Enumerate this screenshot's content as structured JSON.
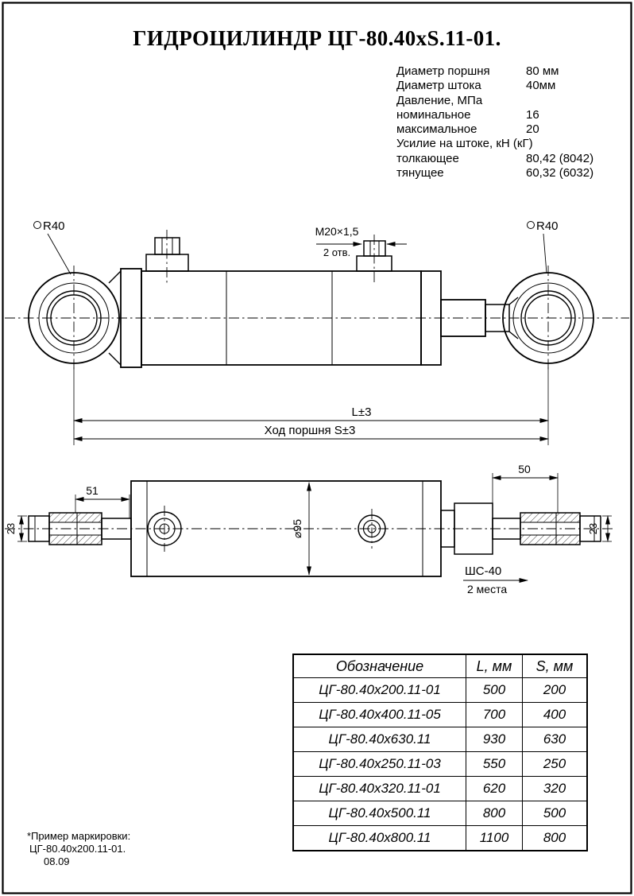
{
  "title": "ГИДРОЦИЛИНДР ЦГ-80.40xS.11-01.",
  "specs": [
    {
      "label": "Диаметр поршня",
      "value": "80 мм"
    },
    {
      "label": "Диаметр штока",
      "value": "40мм"
    },
    {
      "label": "Давление, МПа",
      "value": ""
    },
    {
      "label": "номинальное",
      "value": "16"
    },
    {
      "label": "максимальное",
      "value": "20"
    },
    {
      "label": "Усилие на штоке, кН (кГ)",
      "value": ""
    },
    {
      "label": "толкающее",
      "value": "80,42 (8042)"
    },
    {
      "label": "тянущее",
      "value": "60,32 (6032)"
    }
  ],
  "dims": {
    "r40_left": "R40",
    "r40_right": "R40",
    "m20": "M20×1,5",
    "m20_note": "2 отв.",
    "L": "L±3",
    "stroke": "Ход поршня S±3",
    "d51": "51",
    "d50": "50",
    "d23_left": "23",
    "d23_right": "23",
    "d95": "⌀95",
    "shs": "ШС-40",
    "shs_note": "2 места"
  },
  "table": {
    "headers": [
      "Обозначение",
      "L, мм",
      "S, мм"
    ],
    "rows": [
      [
        "ЦГ-80.40x200.11-01",
        "500",
        "200"
      ],
      [
        "ЦГ-80.40x400.11-05",
        "700",
        "400"
      ],
      [
        "ЦГ-80.40x630.11",
        "930",
        "630"
      ],
      [
        "ЦГ-80.40x250.11-03",
        "550",
        "250"
      ],
      [
        "ЦГ-80.40x320.11-01",
        "620",
        "320"
      ],
      [
        "ЦГ-80.40x500.11",
        "800",
        "500"
      ],
      [
        "ЦГ-80.40x800.11",
        "1100",
        "800"
      ]
    ]
  },
  "footer": {
    "line1": "*Пример маркировки:",
    "line2": "ЦГ-80.40x200.11-01.",
    "line3": "08.09"
  }
}
